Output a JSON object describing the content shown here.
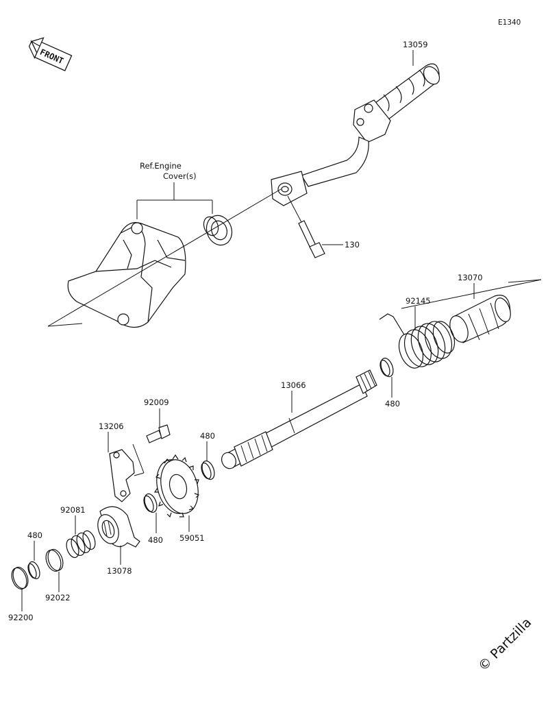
{
  "diagram_code": "E1340",
  "front_label": "FRONT",
  "ref_label_line1": "Ref.Engine",
  "ref_label_line2": "Cover(s)",
  "watermark": "© Partzilla",
  "parts": [
    {
      "id": "13059"
    },
    {
      "id": "130"
    },
    {
      "id": "13070"
    },
    {
      "id": "92145"
    },
    {
      "id": "480"
    },
    {
      "id": "13066"
    },
    {
      "id": "92009"
    },
    {
      "id": "13206"
    },
    {
      "id": "480"
    },
    {
      "id": "59051"
    },
    {
      "id": "480"
    },
    {
      "id": "92081"
    },
    {
      "id": "480"
    },
    {
      "id": "92022"
    },
    {
      "id": "13078"
    },
    {
      "id": "92200"
    }
  ]
}
